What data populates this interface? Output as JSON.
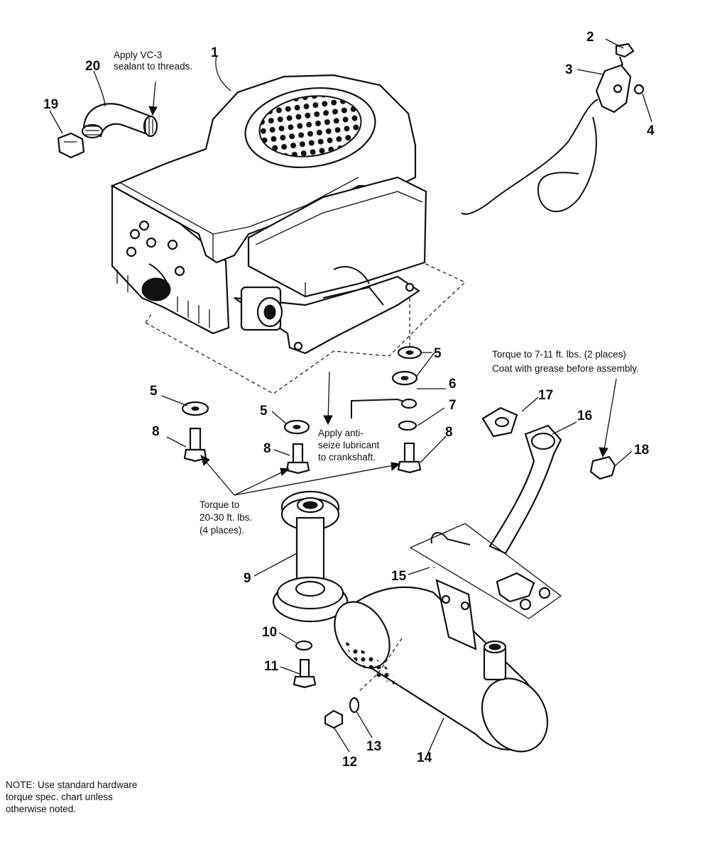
{
  "callouts": {
    "c1": "1",
    "c2": "2",
    "c3": "3",
    "c4": "4",
    "c5a": "5",
    "c5b": "5",
    "c5c": "5",
    "c6": "6",
    "c7": "7",
    "c8a": "8",
    "c8b": "8",
    "c8c": "8",
    "c9": "9",
    "c10": "10",
    "c11": "11",
    "c12": "12",
    "c13": "13",
    "c14": "14",
    "c15": "15",
    "c16": "16",
    "c17": "17",
    "c18": "18",
    "c19": "19",
    "c20": "20"
  },
  "notes": {
    "vc3": [
      "Apply VC-3",
      "sealant to threads."
    ],
    "antiseize": [
      "Apply anti-",
      "seize lubricant",
      "to crankshaft."
    ],
    "torque_exhaust": [
      "Torque to 7-11 ft. lbs. (2 places)",
      "Coat with grease before assembly."
    ],
    "torque_bolts": [
      "Torque to",
      "20-30 ft. lbs.",
      "(4 places)."
    ],
    "footer": [
      "NOTE: Use standard hardware",
      "torque spec. chart unless",
      "otherwise noted."
    ]
  }
}
